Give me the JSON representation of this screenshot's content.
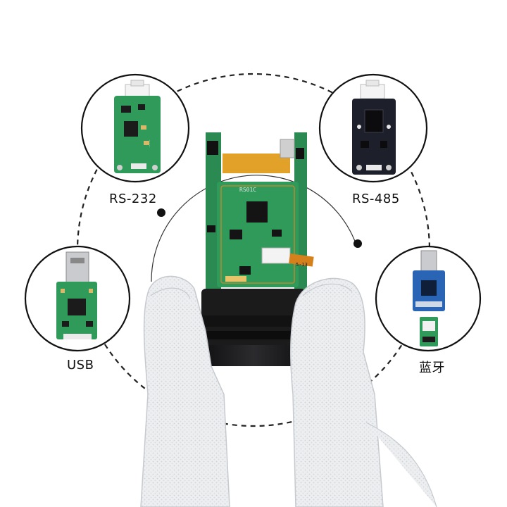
{
  "image": {
    "description_labels": {
      "rs232": "RS-232",
      "rs485": "RS-485",
      "usb": "USB",
      "bluetooth": "蓝牙"
    },
    "board_silkscreen": {
      "main_pcb": "RS01C",
      "flex_label": "5-13"
    },
    "colors": {
      "dashed_ring": "#222222",
      "green_pcb": "#2f9a5a",
      "dark_pcb": "#1d1f2a",
      "blue_pcb": "#2a64b4",
      "module_body": "#1b1b1b",
      "flex_cable": "#e2a22a",
      "glove": "#eceef0"
    },
    "icons": [
      "rs232-board-icon",
      "rs485-board-icon",
      "usb-board-icon",
      "bluetooth-board-icon"
    ]
  }
}
